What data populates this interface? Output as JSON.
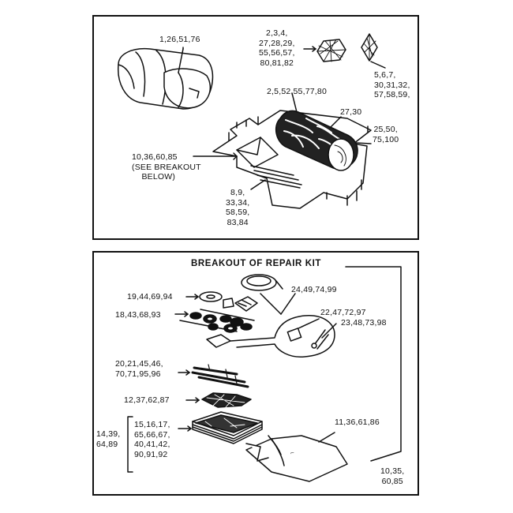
{
  "top_panel": {
    "callouts": {
      "sleeping_bags": "1,26,51,76",
      "netting_large": "2,3,4,\n27,28,29,\n55,56,57,\n80,81,82",
      "netting_small": "5,6,7,\n30,31,32,\n57,58,59,",
      "camouflage_roll": "2,5,52,55,77,80",
      "roll_straps": "27,30",
      "ground_sheet": "25,50,\n75,100",
      "repair_kit_ref": "10,36,60,85\n(SEE BREAKOUT\n    BELOW)",
      "stakes": "8,9,\n33,34,\n58,59,\n83,84"
    }
  },
  "bottom_panel": {
    "title": "BREAKOUT OF REPAIR KIT",
    "callouts": {
      "coil": "24,49,74,99",
      "spool": "19,44,69,94",
      "grommets": "18,43,68,93",
      "clip_tool": "22,47,72,97",
      "pliers": "23,48,73,98",
      "rods": "20,21,45,46,\n70,71,95,96",
      "patch_mesh": "12,37,62,87",
      "pad_stack": "15,16,17,\n65,66,67,\n40,41,42,\n90,91,92",
      "pad_group": "14,39,\n64,89",
      "bag": "11,36,61,86",
      "kit_total": "10,35,\n60,85"
    }
  }
}
